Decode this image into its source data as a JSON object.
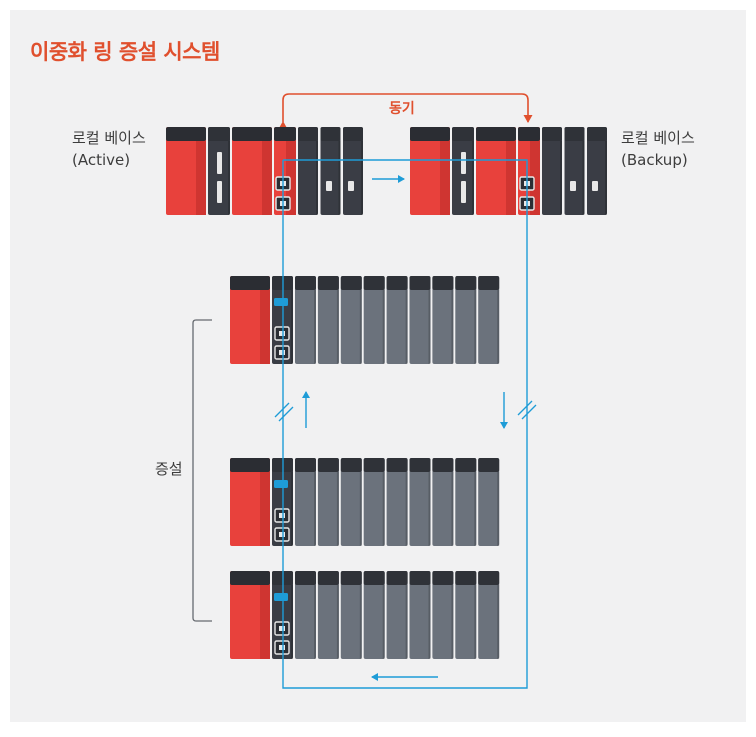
{
  "title": "이중화 링 증설 시스템",
  "local_active": {
    "line1": "로컬 베이스",
    "line2": "(Active)"
  },
  "local_backup": {
    "line1": "로컬 베이스",
    "line2": "(Backup)"
  },
  "sync_label": "동기",
  "expansion_label": "증설",
  "colors": {
    "title": "#e0502e",
    "sync_arrow": "#e0502e",
    "ring_line": "#1e9cd7",
    "module_red": "#e8413c",
    "module_dark": "#3a3d45",
    "module_gray": "#6b727c",
    "panel_bg": "#f1f1f2"
  }
}
